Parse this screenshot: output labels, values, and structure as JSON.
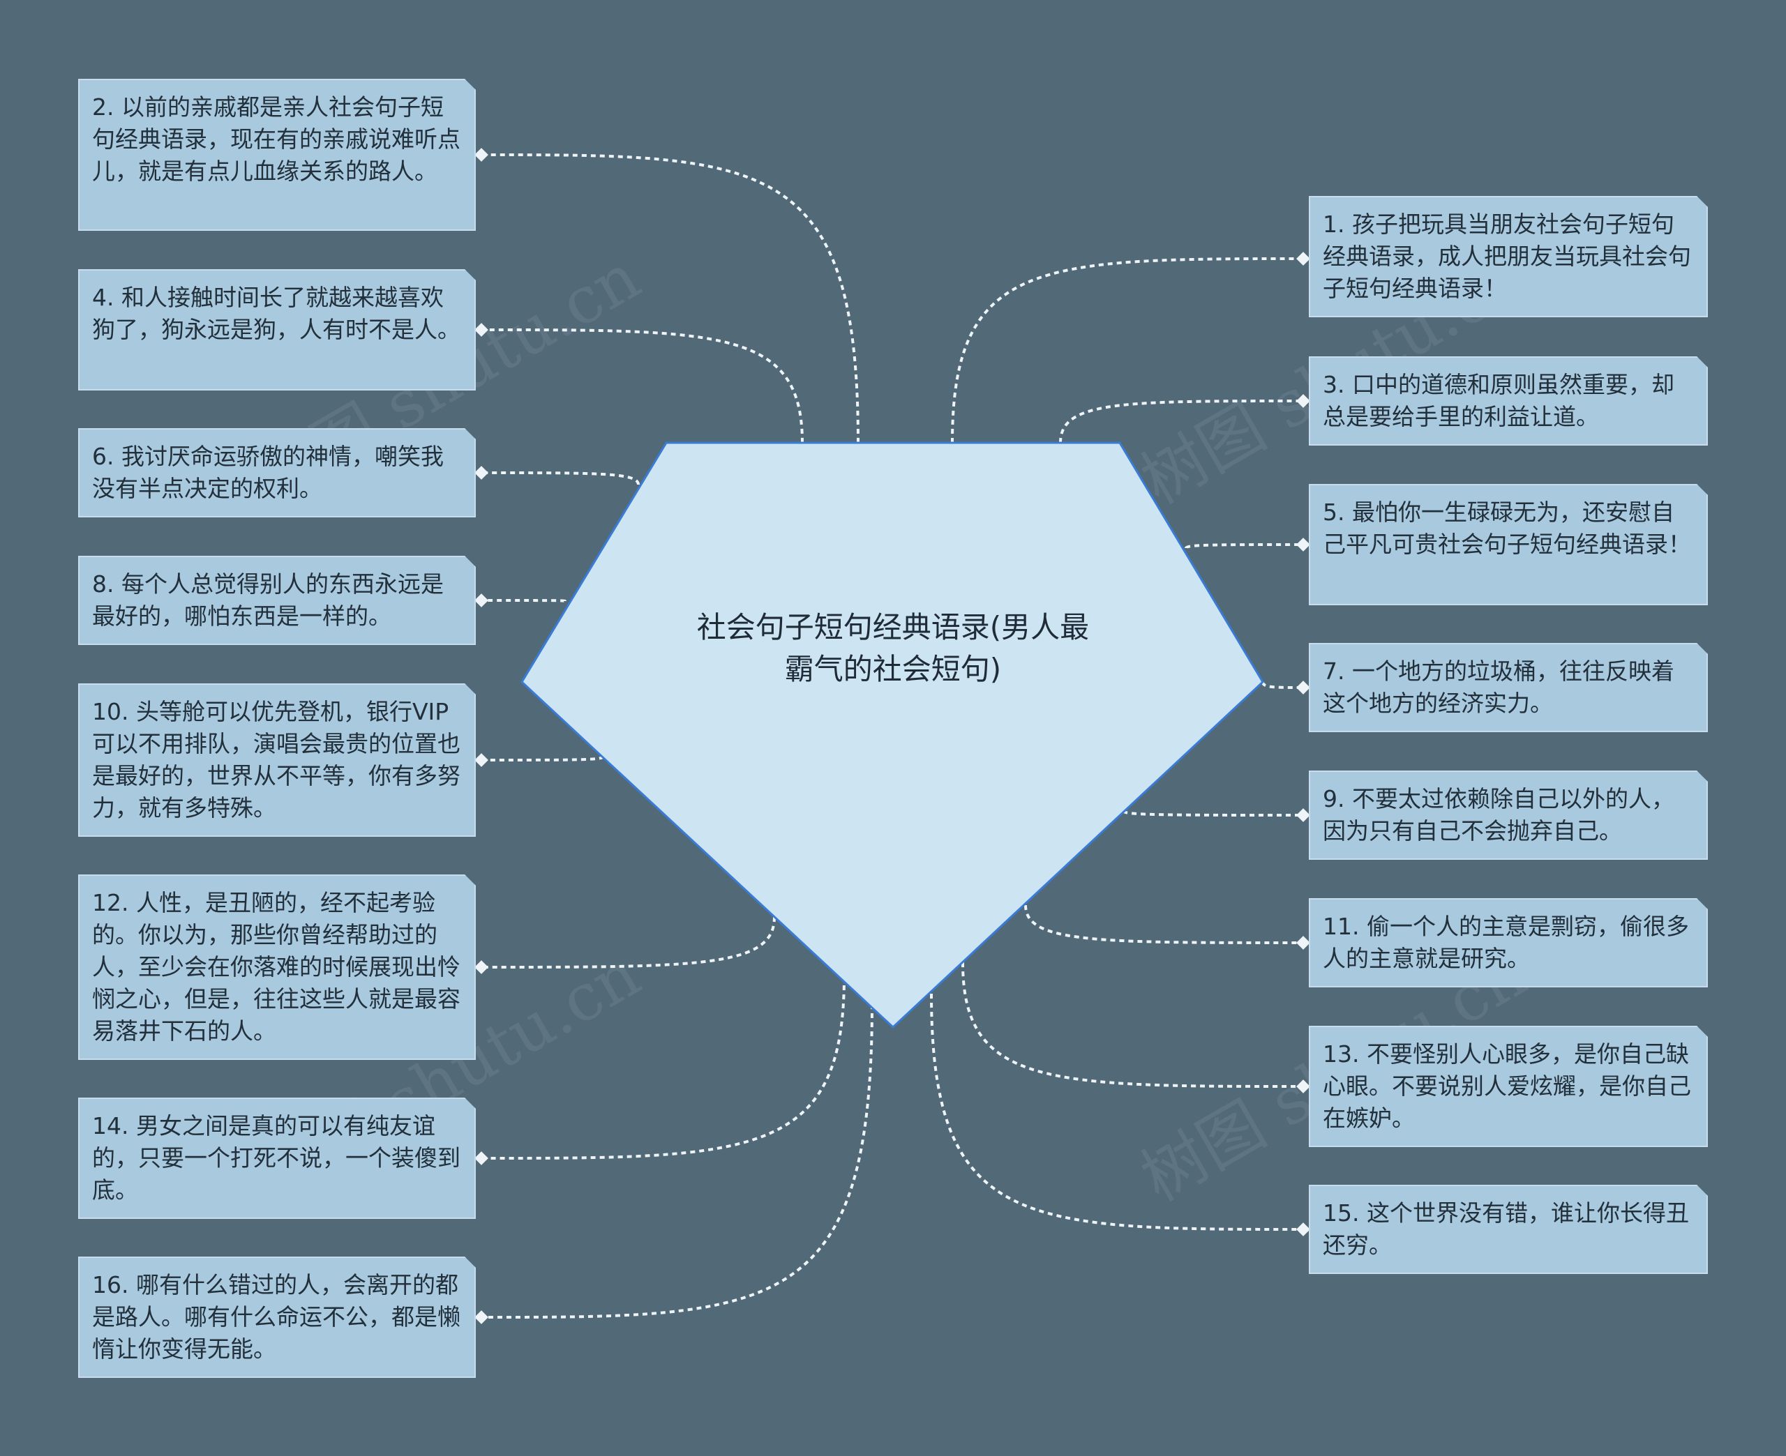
{
  "center": {
    "title": "社会句子短句经典语录(男人最霸气的社会短句)"
  },
  "watermark": "树图 shutu.cn",
  "left_nodes": [
    "2. 以前的亲戚都是亲人社会句子短句经典语录，现在有的亲戚说难听点儿，就是有点儿血缘关系的路人。",
    "4. 和人接触时间长了就越来越喜欢狗了，狗永远是狗，人有时不是人。",
    "6. 我讨厌命运骄傲的神情，嘲笑我没有半点决定的权利。",
    "8. 每个人总觉得别人的东西永远是最好的，哪怕东西是一样的。",
    "10. 头等舱可以优先登机，银行VIP可以不用排队，演唱会最贵的位置也是最好的，世界从不平等，你有多努力，就有多特殊。",
    "12. 人性，是丑陋的，经不起考验的。你以为，那些你曾经帮助过的人，至少会在你落难的时候展现出怜悯之心，但是，往往这些人就是最容易落井下石的人。",
    "14. 男女之间是真的可以有纯友谊的，只要一个打死不说，一个装傻到底。",
    "16. 哪有什么错过的人，会离开的都是路人。哪有什么命运不公，都是懒惰让你变得无能。"
  ],
  "right_nodes": [
    "1. 孩子把玩具当朋友社会句子短句经典语录，成人把朋友当玩具社会句子短句经典语录！",
    "3. 口中的道德和原则虽然重要，却总是要给手里的利益让道。",
    "5. 最怕你一生碌碌无为，还安慰自己平凡可贵社会句子短句经典语录！",
    "7. 一个地方的垃圾桶，往往反映着这个地方的经济实力。",
    "9. 不要太过依赖除自己以外的人，因为只有自己不会抛弃自己。",
    "11. 偷一个人的主意是剽窃，偷很多人的主意就是研究。",
    "13. 不要怪别人心眼多，是你自己缺心眼。不要说别人爱炫耀，是你自己在嫉妒。",
    "15. 这个世界没有错，谁让你长得丑还穷。"
  ],
  "colors": {
    "background": "#526978",
    "center_fill": "#cde4f2",
    "center_stroke": "#3a7bd5",
    "node_fill": "#a9c9df",
    "connector": "#eef4f8"
  }
}
